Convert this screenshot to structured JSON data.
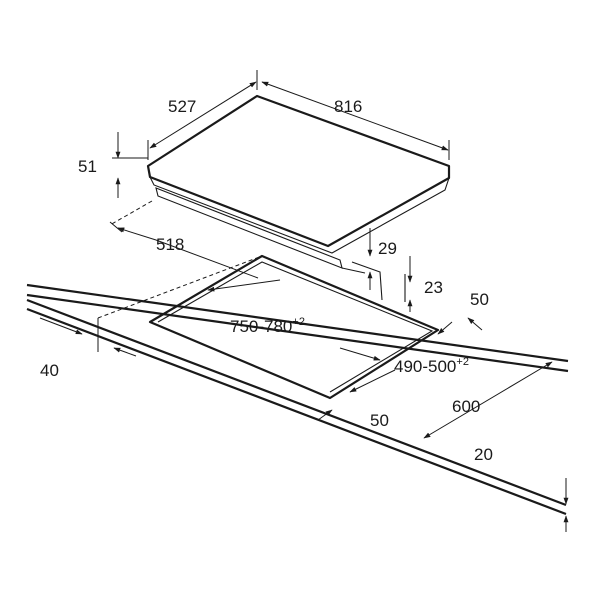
{
  "diagram": {
    "colors": {
      "line": "#1a1a1a",
      "background": "#ffffff"
    },
    "dimensions": {
      "hob_depth": "527",
      "hob_width": "816",
      "hob_height": "51",
      "cutout_offset": "518",
      "min_clearance_below": "29",
      "worktop_thickness": "23",
      "rear_clearance": "50",
      "cutout_width": "750-780",
      "cutout_width_tol": "+2",
      "cutout_depth": "490-500",
      "cutout_depth_tol": "+2",
      "worktop_depth": "600",
      "front_clearance": "50",
      "side_distance": "40",
      "worktop_min": "20"
    }
  }
}
